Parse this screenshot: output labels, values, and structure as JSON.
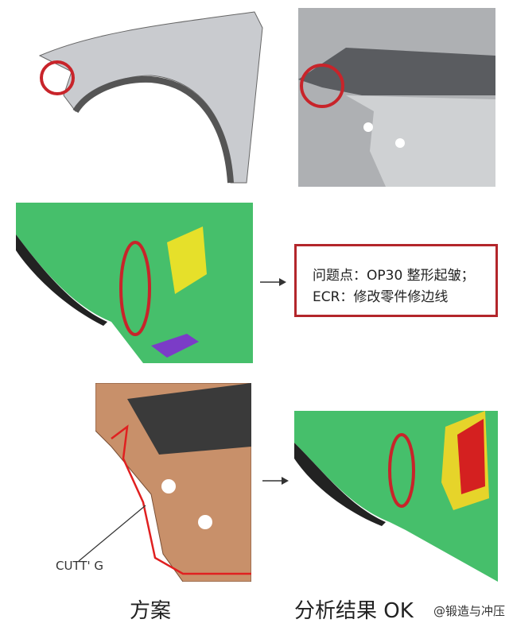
{
  "figures": {
    "problem_box": {
      "line1": "问题点：OP30 整形起皱；",
      "line2": "ECR：修改零件修边线"
    },
    "cutting_label": "CUTT' G",
    "caption_left": "方案",
    "caption_right": "分析结果 OK",
    "watermark": "@锻造与冲压"
  },
  "colors": {
    "highlight_circle": "#c8242a",
    "trim_line": "#e02020",
    "green_result": "#3fbf6a",
    "part_tan": "#c8906a"
  }
}
